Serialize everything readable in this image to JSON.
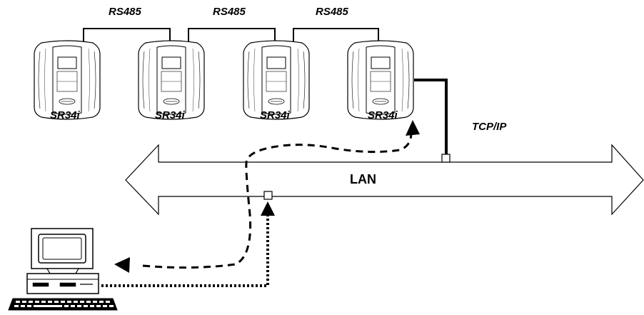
{
  "bus_labels": [
    "RS485",
    "RS485",
    "RS485"
  ],
  "devices": [
    {
      "label": "SR34i"
    },
    {
      "label": "SR34i"
    },
    {
      "label": "SR34i"
    },
    {
      "label": "SR34i"
    }
  ],
  "network": {
    "protocol_label": "TCP/IP",
    "lan_label": "LAN"
  },
  "colors": {
    "stroke": "#000000",
    "background": "#ffffff",
    "device_fill": "#ffffff"
  }
}
